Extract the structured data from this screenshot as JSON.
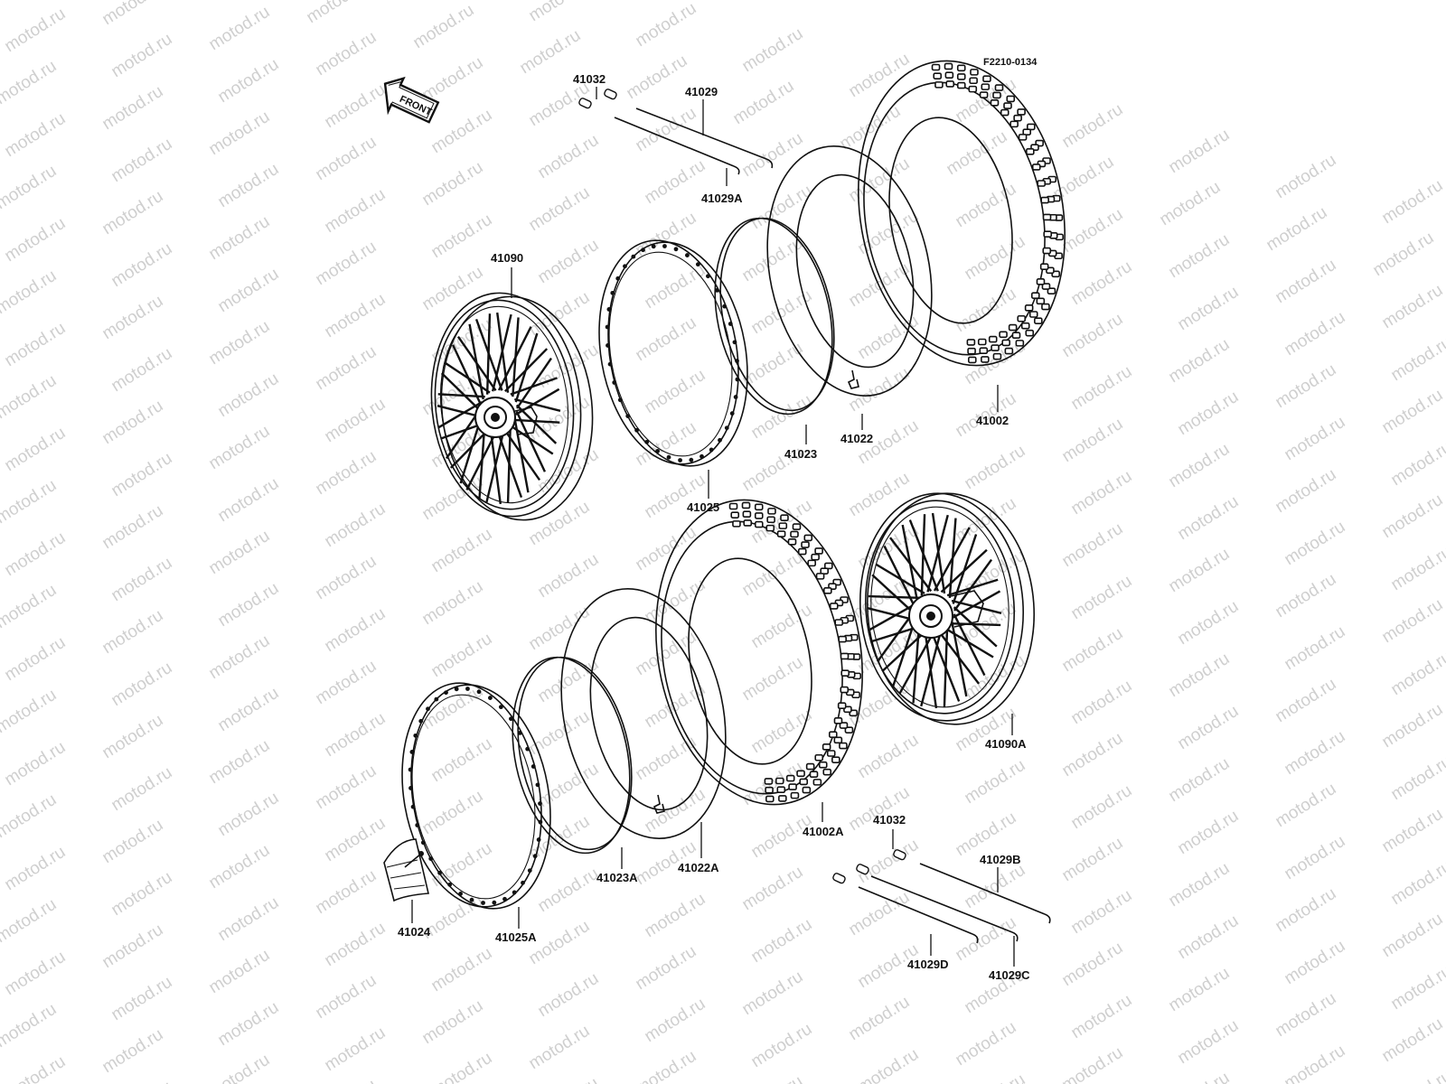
{
  "diagram": {
    "code": "F2210-0134",
    "front_badge": "FRONT",
    "watermark": "motod.ru",
    "parts": {
      "p41032_top": "41032",
      "p41029": "41029",
      "p41029A": "41029A",
      "p41090": "41090",
      "p41025": "41025",
      "p41023": "41023",
      "p41022": "41022",
      "p41002": "41002",
      "p41090A": "41090A",
      "p41002A": "41002A",
      "p41022A": "41022A",
      "p41023A": "41023A",
      "p41025A": "41025A",
      "p41024": "41024",
      "p41032_bottom": "41032",
      "p41029B": "41029B",
      "p41029C": "41029C",
      "p41029D": "41029D"
    }
  }
}
